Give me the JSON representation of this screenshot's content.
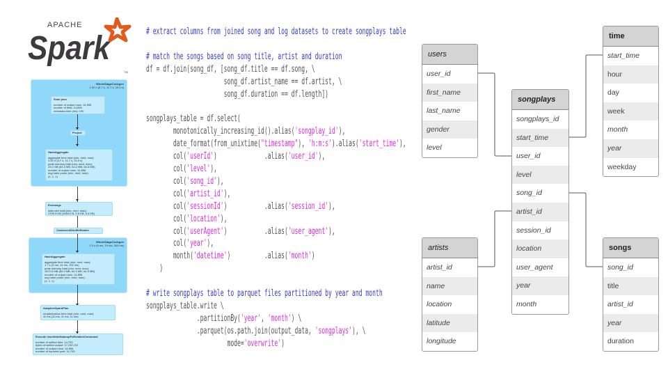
{
  "logo": {
    "apache": "APACHE",
    "spark": "Spark",
    "tm": "TM",
    "color": "#e25a1c"
  },
  "dag": {
    "stage1": {
      "title": "WholeStageCodegen",
      "metric": "1.52 h (5.7 s, 11.7 s, 15.5 s)"
    },
    "scan": {
      "title": "Scan json",
      "metrics": "number of output rows: 14,896\nnumber of files: 14,896\nmetadata time (ms): 190"
    },
    "project": {
      "title": "Project"
    },
    "agg1": {
      "title": "HashAggregate",
      "metrics": "aggregate time total (min, med, max):\n1.52 h (5.7 s, 11.7 s, 15.5 s)\npeak memory total (min, med, max):\n29.2 GB (64.3 MB, 64.3 MB, 64.3 MB)\nnumber of output rows: 14,896\navg hash probe (min, med, max):\n(1, 1, 1)"
    },
    "exchange": {
      "title": "Exchange",
      "metrics": "data size total (min, med, max):\n1709.9 KB (1664.0 B, 3.6 KB, 5.4 KB)"
    },
    "coalesced": {
      "title": "CoalescedShuffleReader"
    },
    "stage2": {
      "title": "WholeStageCodegen",
      "metric": "2.0 s (9 ms, 19 ms, 304 ms)"
    },
    "agg2": {
      "title": "HashAggregate",
      "metrics": "aggregate time total (min, med, max):\n1.7 s (4 ms, 14 ms, 192 ms)\npeak memory total (min, med, max):\n1670.5 MB (84.3 MB, 64.3 MB, 64.3 MB)\nnumber of output rows: 14,896\navg hash probe (min, med, max):\n(1, 1, 1)"
    },
    "adaptive": {
      "title": "AdaptiveSparkPlan",
      "metrics": "reoptimization time total (min, med, max):\n11 ms (11 ms, 11 ms, 11 ms)"
    },
    "execute": {
      "title": "Execute InsertIntoHadoopFsRelationCommand",
      "metrics": "number of written files: 14,753\nbytes of written output: 17,230,722\nnumber of output rows: 14,896\nnumber of dynamic part: 14,753"
    }
  },
  "code": {
    "l1": "# extract columns from joined song and log datasets to create songplays table",
    "l2": "# match the songs based on song title, artist and duration",
    "l3": "df = df.join(song_df, [song_df.title == df.song, \\",
    "l4": "                       song_df.artist_name == df.artist, \\",
    "l5": "                       song_df.duration == df.length])",
    "l6": "songplays_table = df.select(",
    "l7a": "        monotonically_increasing_id().alias(",
    "l7s": "'songplay_id'",
    "l7b": "),",
    "l8a": "        date_format(from_unixtime(",
    "l8s1": "\"timestamp\"",
    "l8b": "), ",
    "l8s2": "'h:m:s'",
    "l8c": ").alias(",
    "l8s3": "'start_time'",
    "l8d": "),",
    "l9a": "        col(",
    "l9s1": "'userId'",
    "l9b": ")              .alias(",
    "l9s2": "'user_id'",
    "l9c": "),",
    "l10a": "        col(",
    "l10s": "'level'",
    "l10b": "),",
    "l11a": "        col(",
    "l11s": "'song_id'",
    "l11b": "),",
    "l12a": "        col(",
    "l12s": "'artist_id'",
    "l12b": "),",
    "l13a": "        col(",
    "l13s1": "'sessionId'",
    "l13b": ")           .alias(",
    "l13s2": "'session_id'",
    "l13c": "),",
    "l14a": "        col(",
    "l14s": "'location'",
    "l14b": "),",
    "l15a": "        col(",
    "l15s1": "'userAgent'",
    "l15b": ")           .alias(",
    "l15s2": "'user_agent'",
    "l15c": "),",
    "l16a": "        col(",
    "l16s": "'year'",
    "l16b": "),",
    "l17a": "        month(",
    "l17s1": "'datetime'",
    "l17b": ")          .alias(",
    "l17s2": "'month'",
    "l17c": ")",
    "l18": "    )",
    "l19": "# write songplays table to parquet files partitioned by year and month",
    "l20": "songplays_table.write \\",
    "l21a": "               .partitionBy(",
    "l21s1": "'year'",
    "l21b": ", ",
    "l21s2": "'month'",
    "l21c": ") \\",
    "l22a": "               .parquet(os.path.join(output_data, ",
    "l22s": "'songplays'",
    "l22b": "), \\",
    "l23a": "                        mode=",
    "l23s": "'overwrite'",
    "l23b": ")"
  },
  "erd": {
    "users": {
      "name": "users",
      "cols": [
        "user_id",
        "first_name",
        "last_name",
        "gender",
        "level"
      ]
    },
    "songplays": {
      "name": "songplays",
      "cols": [
        "songplays_id",
        "start_time",
        "user_id",
        "level",
        "song_id",
        "artist_id",
        "session_id",
        "location",
        "user_agent",
        "year",
        "month"
      ]
    },
    "time": {
      "name": "time",
      "cols": [
        "start_time",
        "hour",
        "day",
        "week",
        "month",
        "year",
        "weekday"
      ]
    },
    "artists": {
      "name": "artists",
      "cols": [
        "artist_id",
        "name",
        "location",
        "latitude",
        "longitude"
      ]
    },
    "songs": {
      "name": "songs",
      "cols": [
        "song_id",
        "title",
        "artist_id",
        "year",
        "duration"
      ]
    }
  }
}
